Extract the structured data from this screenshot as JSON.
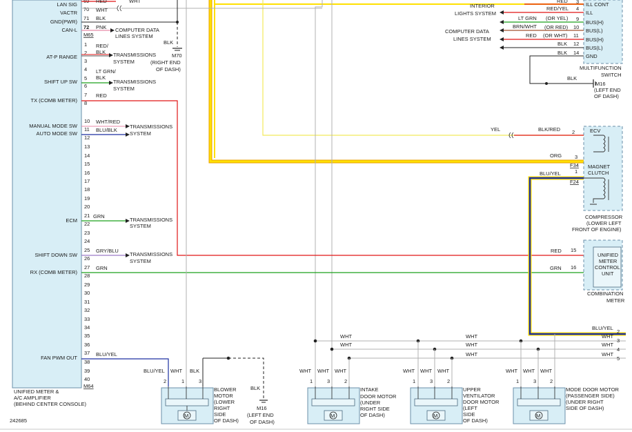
{
  "diagram_id": "242685",
  "amplifier": {
    "name_lines": [
      "UNIFIED METER &",
      "A/C AMPLIFIER",
      "(BEHIND CENTER CONSOLE)"
    ],
    "connector_top": "M65",
    "connector_bottom": "M64",
    "labels": {
      "lan_sig": "LAN SIG",
      "vactr": "VACTR",
      "gnd_pwr": "GND(PWR)",
      "can_l": "CAN-L",
      "at_p_range": "AT-P RANGE",
      "shift_up": "SHIFT UP SW",
      "tx": "TX (COMB METER)",
      "manual_mode": "MANUAL MODE SW",
      "auto_mode": "AUTO MODE SW",
      "ecm": "ECM",
      "shift_down": "SHIFT DOWN SW",
      "rx": "RX (COMB METER)",
      "fan_pwm": "FAN PWM OUT"
    },
    "pins": [
      "69",
      "70",
      "71",
      "72",
      "1",
      "2",
      "3",
      "4",
      "5",
      "6",
      "7",
      "8",
      "10",
      "11",
      "12",
      "13",
      "14",
      "15",
      "16",
      "17",
      "18",
      "19",
      "20",
      "21",
      "22",
      "23",
      "24",
      "25",
      "26",
      "27",
      "28",
      "29",
      "30",
      "31",
      "32",
      "33",
      "34",
      "35",
      "36",
      "37",
      "38",
      "39",
      "40"
    ]
  },
  "wires": {
    "red": "RED",
    "wht": "WHT",
    "blk": "BLK",
    "pnk": "PNK",
    "red_blk_1": "RED/",
    "red_blk_2": "BLK",
    "ltgrn_blk_1": "LT GRN/",
    "ltgrn_blk_2": "BLK",
    "wht_red": "WHT/RED",
    "blu_blk": "BLU/BLK",
    "grn": "GRN",
    "gry_blu": "GRY/BLU",
    "blu_yel": "BLU/YEL",
    "yel": "YEL",
    "org": "ORG",
    "blk_red": "BLK/RED",
    "red_yel": "RED/YEL",
    "lt_grn": "LT GRN",
    "or_yel": "(OR YEL)",
    "brn_wht": "BRN/WHT",
    "or_red": "(OR RED)",
    "or_wht": "(OR WHT)"
  },
  "refs": {
    "computer_data_1": "COMPUTER DATA",
    "computer_data_2": "LINES SYSTEM",
    "transmissions_1": "TRANSMISSIONS",
    "transmissions_2": "SYSTEM",
    "interior_1": "INTERIOR",
    "interior_2": "LIGHTS SYSTEM"
  },
  "grounds": {
    "m70": [
      "M70",
      "(RIGHT END",
      "OF DASH)"
    ],
    "m16_top": [
      "M16",
      "(LEFT END",
      "OF DASH)"
    ],
    "m16_bottom": [
      "M16",
      "(LEFT END",
      "OF DASH)"
    ]
  },
  "multifunction_switch": {
    "pins": [
      "ILL",
      "ILL CONT",
      "BUS(H)",
      "BUS(L)",
      "BUS(H)",
      "BUS(L)",
      "GND"
    ],
    "pin_nums": [
      "3",
      "4",
      "9",
      "10",
      "11",
      "12",
      "14"
    ],
    "name_lines": [
      "MULTIFUNCTION",
      "SWITCH"
    ]
  },
  "compressor": {
    "ecv": "ECV",
    "clutch_lines": [
      "MAGNET",
      "CLUTCH"
    ],
    "connectors": [
      "F34",
      "F24"
    ],
    "pin_nums": [
      "2",
      "3",
      "1"
    ],
    "name_lines": [
      "COMPRESSOR",
      "(LOWER LEFT",
      "FRONT OF ENGINE)"
    ]
  },
  "combination_meter": {
    "unit_lines": [
      "UNIFIED",
      "METER",
      "CONTROL",
      "UNIT"
    ],
    "pin_nums": [
      "15",
      "16"
    ],
    "name_lines": [
      "COMBINATION",
      "METER"
    ]
  },
  "motor_connector_pins": [
    "2",
    "3",
    "4",
    "5"
  ],
  "motors": {
    "blower": [
      "BLOWER",
      "MOTOR",
      "(LOWER",
      "RIGHT",
      "SIDE",
      "OF DASH)"
    ],
    "intake": [
      "INTAKE",
      "DOOR MOTOR",
      "(UNDER",
      "RIGHT SIDE",
      "OF DASH)"
    ],
    "upper": [
      "UPPER",
      "VENTILATOR",
      "DOOR MOTOR",
      "(LEFT",
      "SIDE",
      "OF DASH)"
    ],
    "mode": [
      "MODE DOOR MOTOR",
      "(PASSENGER SIDE)",
      "(UNDER RIGHT",
      "SIDE OF DASH)"
    ],
    "pins_a": [
      "2",
      "1",
      "3"
    ],
    "pins_b": [
      "1",
      "3",
      "2"
    ],
    "motor_symbol": "M"
  },
  "colors": {
    "red": "#e01515",
    "green": "#1aa01a",
    "yellow": "#ffe000",
    "yellow_light": "#f2e95a",
    "blue": "#1c2fa0",
    "pink": "#e88aa8",
    "purple": "#9a7ac8",
    "gray": "#b0b0b0",
    "black": "#222222",
    "component_fill": "#d8eef6"
  }
}
